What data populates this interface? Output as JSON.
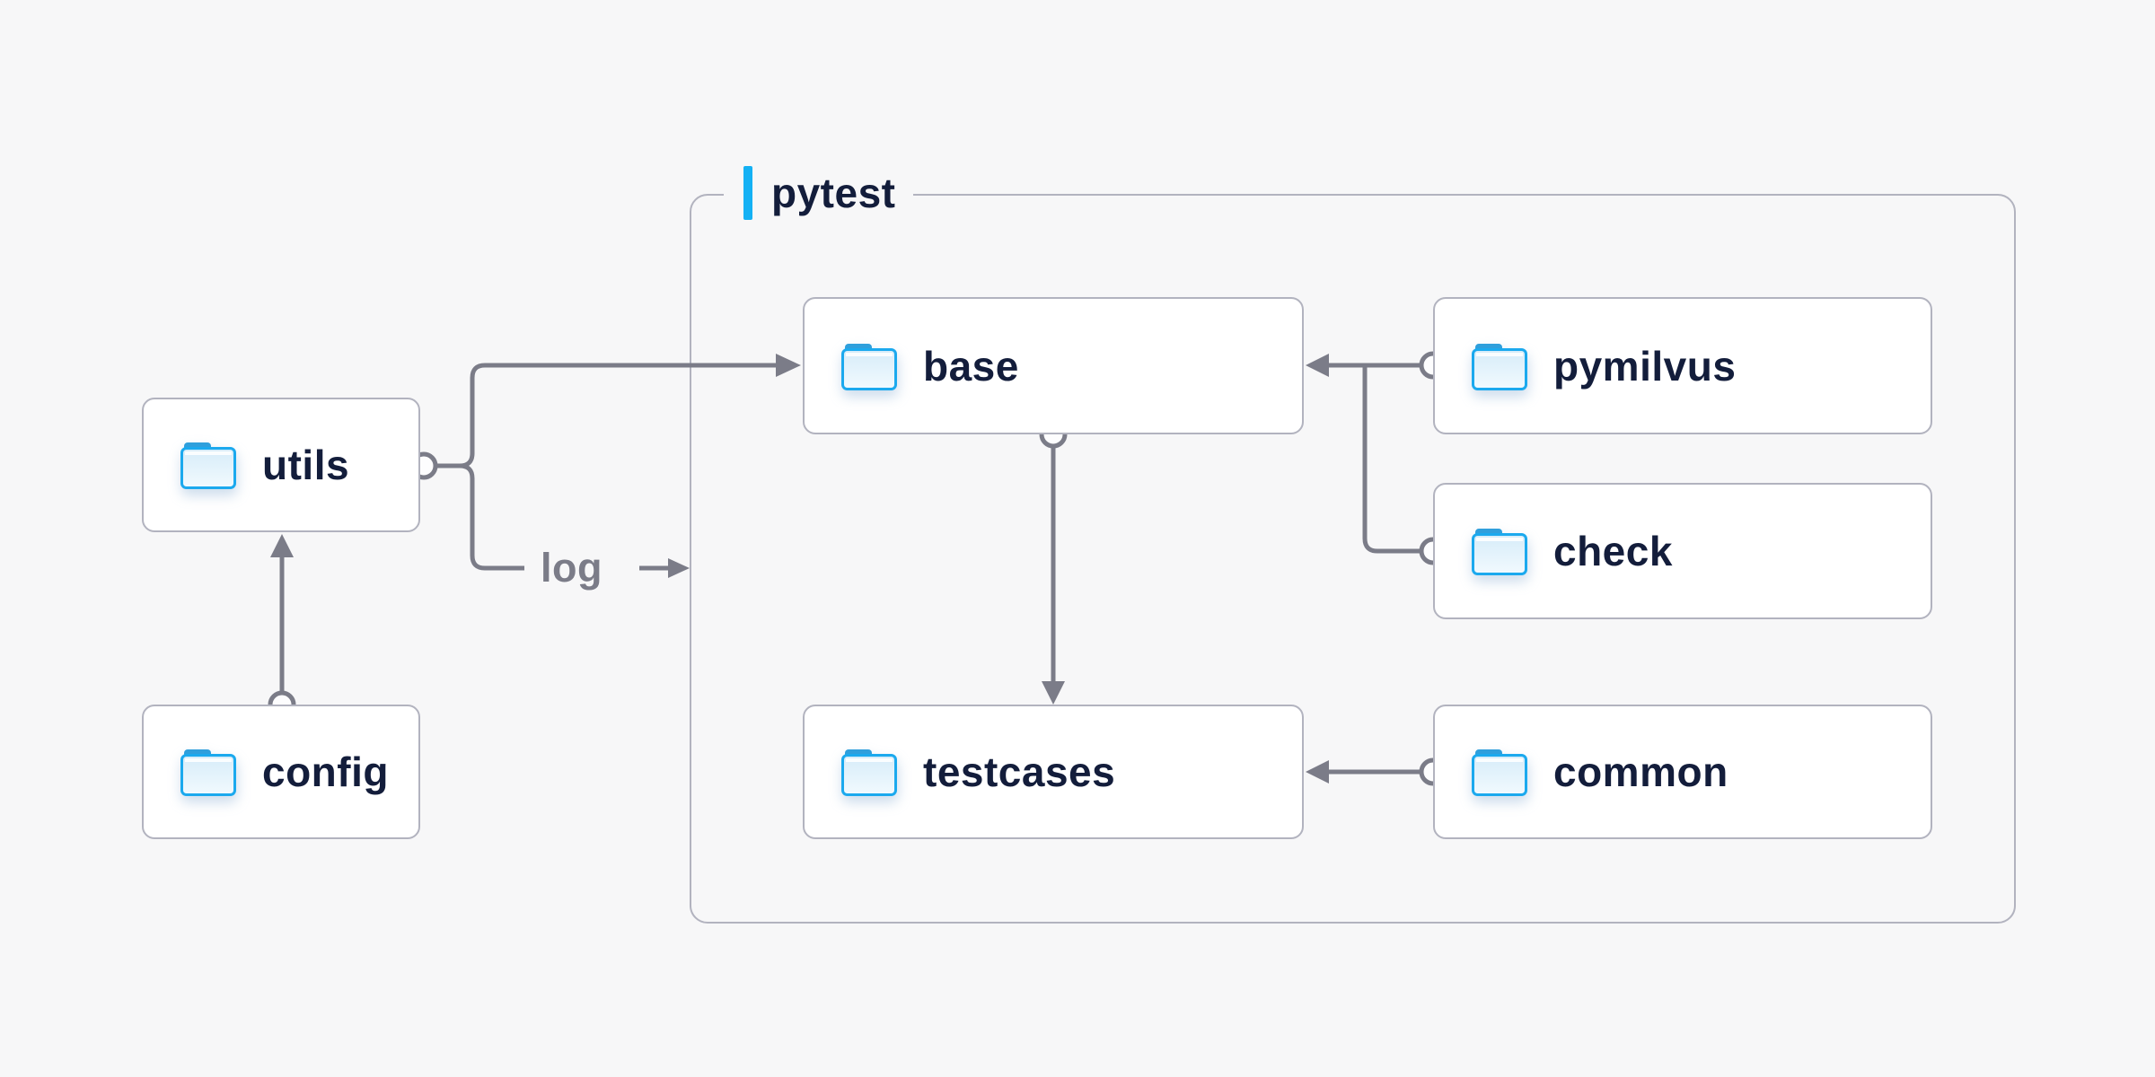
{
  "diagram": {
    "container": {
      "label": "pytest"
    },
    "edge_label": "log",
    "nodes": [
      {
        "id": "utils",
        "label": "utils"
      },
      {
        "id": "config",
        "label": "config"
      },
      {
        "id": "base",
        "label": "base"
      },
      {
        "id": "pymilvus",
        "label": "pymilvus"
      },
      {
        "id": "check",
        "label": "check"
      },
      {
        "id": "testcases",
        "label": "testcases"
      },
      {
        "id": "common",
        "label": "common"
      }
    ],
    "edges": [
      {
        "from": "config",
        "to": "utils",
        "style": "arrow"
      },
      {
        "from": "utils",
        "to": "base",
        "style": "arrow"
      },
      {
        "from": "utils",
        "to": "log",
        "style": "labeled-arrow"
      },
      {
        "from": "base",
        "to": "testcases",
        "style": "arrow"
      },
      {
        "from": "pymilvus",
        "to": "base",
        "style": "arrow"
      },
      {
        "from": "check",
        "to": "base",
        "style": "joins-pymilvus-line"
      },
      {
        "from": "common",
        "to": "testcases",
        "style": "arrow"
      }
    ],
    "icons": {
      "node_icon": "folder-icon"
    },
    "colors": {
      "background": "#f7f7f8",
      "node_background": "#ffffff",
      "node_border": "#b2b3bf",
      "container_border": "#b2b3bf",
      "connector": "#7b7c88",
      "label_text": "#131d3b",
      "edge_label_text": "#7b7c88",
      "accent_bar": "#14b1f4",
      "folder_stroke": "#1ba9ee",
      "folder_tab": "#2f9fdc",
      "folder_fill_top": "#d6ecf9",
      "folder_fill_bottom": "#f2fafe"
    }
  }
}
